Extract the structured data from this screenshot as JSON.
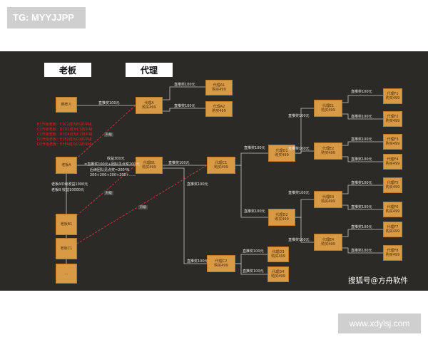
{
  "watermark_top": "TG: MYYJJPP",
  "watermark_bottom": "www.xdylsj.com",
  "credit": "搜狐号@方舟软件",
  "headers": {
    "boss": "老板",
    "agent": "代理"
  },
  "nodes": {
    "recommender_a": "推荐人",
    "boss_a": "老板A",
    "boss_b1": "老板B1",
    "boss_c1": "老板C1",
    "more": "...",
    "agent_a": [
      "代理A",
      "购买499"
    ],
    "agent_a1": [
      "代理A1",
      "购买499"
    ],
    "agent_a2": [
      "代理A2",
      "购买499"
    ],
    "agent_b1": [
      "代理B1",
      "购买499"
    ],
    "agent_c1": [
      "代理C1",
      "购买499"
    ],
    "agent_c2": [
      "代理C2",
      "购买499"
    ],
    "agent_d1": [
      "代理D1",
      "购买499"
    ],
    "agent_d2": [
      "代理D2",
      "购买499"
    ],
    "agent_d3": [
      "代理D3",
      "购买499"
    ],
    "agent_d4": [
      "代理D4",
      "购买499"
    ],
    "agent_e1": [
      "代理E1",
      "购买499"
    ],
    "agent_e2": [
      "代理E2",
      "购买499"
    ],
    "agent_e3": [
      "代理E3",
      "购买499"
    ],
    "agent_e4": [
      "代理E4",
      "购买499"
    ],
    "agent_f1": [
      "代理F1",
      "购买499"
    ],
    "agent_f2": [
      "代理F2",
      "购买499"
    ],
    "agent_f3": [
      "代理F3",
      "购买499"
    ],
    "agent_f4": [
      "代理F4",
      "购买499"
    ],
    "agent_f5": [
      "代理F5",
      "购买499"
    ],
    "agent_f6": [
      "代理F6",
      "购买499"
    ],
    "agent_f7": [
      "代理F7",
      "购买499"
    ],
    "agent_f8": [
      "代理F8",
      "购买499"
    ]
  },
  "labels": {
    "direct_bonus": "直推奖100元",
    "upgrade": "升级",
    "income_300": "收益300元",
    "formula_1": "=直推奖100元+团队见点奖200元",
    "formula_2": "后续团队见点奖=200*N",
    "formula_3": "200+200+200+200+......",
    "boss_a_income": "老板A平级收益1000元",
    "boss_b_income": "老板B    收益10000元"
  },
  "red_notes": [
    "B1升级老板：C1C2成为B1的平级",
    "C1升级老板：D1D2成为C1的平级",
    "C2升级老板：D3D4成为C2的平级",
    "D1升级老板：E1E2成为D1的平级",
    "D2升级老板：E3E4成为D2的平级"
  ],
  "colors": {
    "box": "#d99a45",
    "panel": "#2b2a27",
    "line": "#cccccc",
    "red": "#e02020"
  }
}
